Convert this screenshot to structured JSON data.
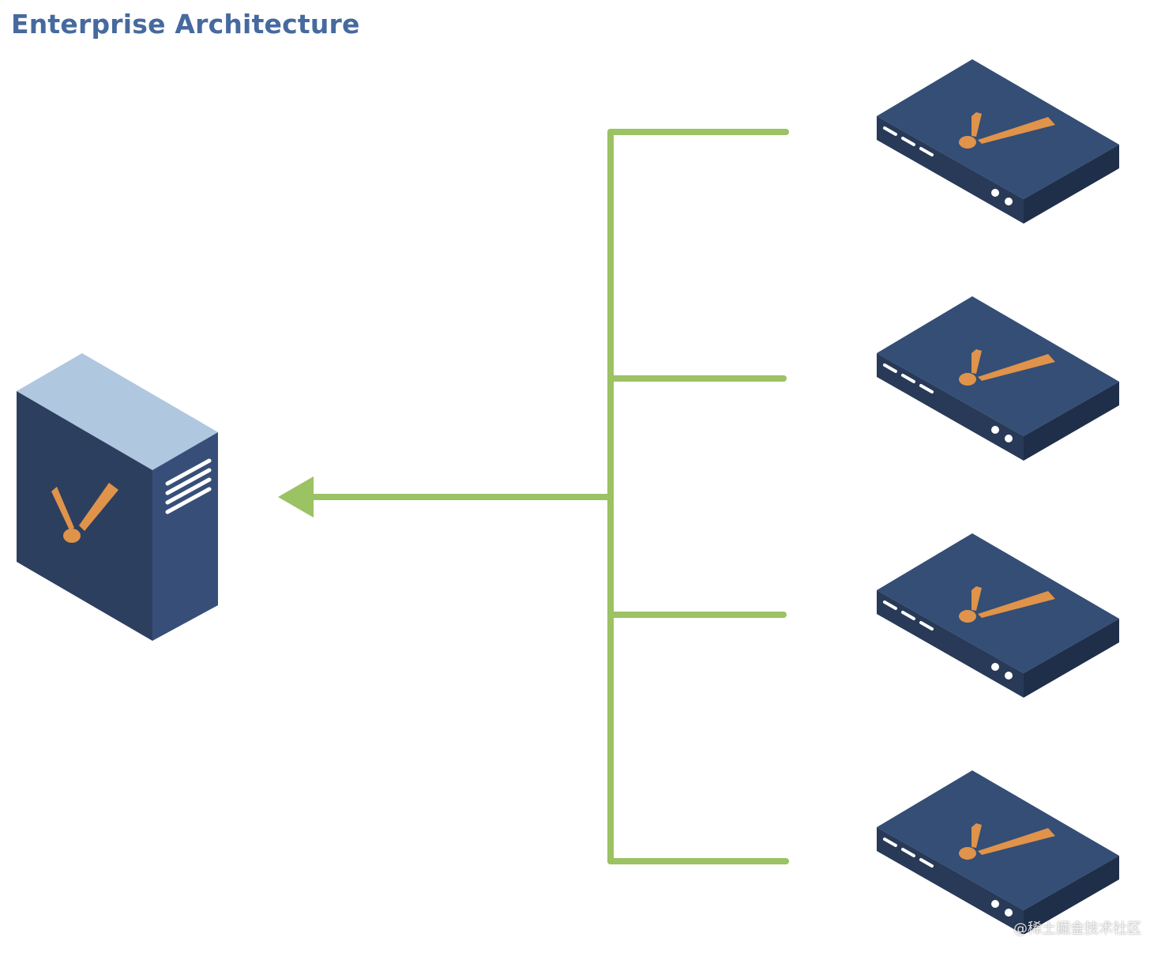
{
  "title": "Enterprise Architecture",
  "colors": {
    "title": "#466a9f",
    "connector": "#9bc263",
    "device_top": "#344e75",
    "device_front": "#283a58",
    "device_side": "#1f2f4a",
    "server_top": "#b0c7e0",
    "server_front": "#2d3f5f",
    "server_side": "#374f78",
    "logo": "#e0934a",
    "highlight": "#ffffff"
  },
  "diagram": {
    "hub": {
      "icon": "server-tower-icon"
    },
    "clients": [
      {
        "icon": "appliance-icon"
      },
      {
        "icon": "appliance-icon"
      },
      {
        "icon": "appliance-icon"
      },
      {
        "icon": "appliance-icon"
      }
    ],
    "connector": {
      "direction": "towards-hub"
    }
  },
  "watermark": "@稀土掘金技术社区"
}
